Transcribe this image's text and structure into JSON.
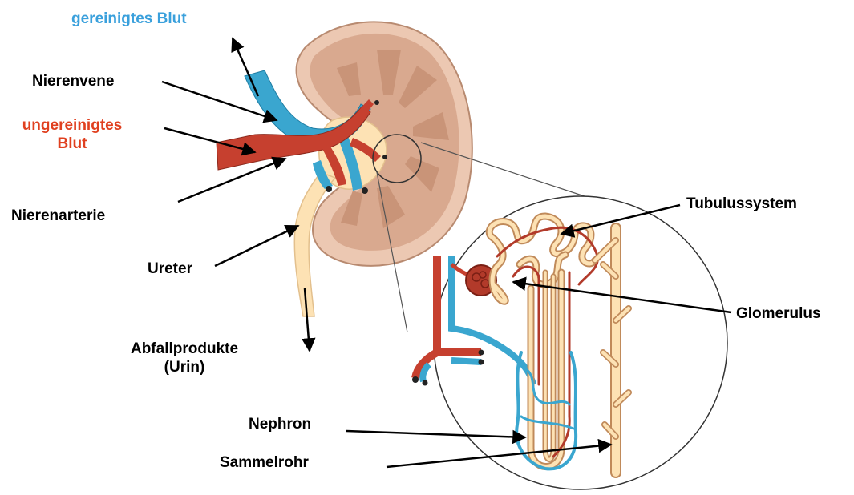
{
  "labels": {
    "purified_blood": "gereinigtes Blut",
    "renal_vein": "Nierenvene",
    "unpurified_blood_line1": "ungereinigtes",
    "unpurified_blood_line2": "Blut",
    "renal_artery": "Nierenarterie",
    "ureter": "Ureter",
    "waste_line1": "Abfallprodukte",
    "waste_line2": "(Urin)",
    "tubule_system": "Tubulussystem",
    "glomerulus": "Glomerulus",
    "nephron": "Nephron",
    "collecting_duct": "Sammelrohr"
  },
  "colors": {
    "purified_blood_text": "#3aa0dc",
    "unpurified_blood_text": "#e0401f",
    "vein": "#3aa6cf",
    "artery": "#c6402f",
    "kidney_capsule": "#ecc8b2",
    "kidney_cortex": "#d9a98f",
    "kidney_pyramid": "#c99478",
    "ureter": "#fde2b4",
    "tubule_outline": "#c08a5a"
  }
}
